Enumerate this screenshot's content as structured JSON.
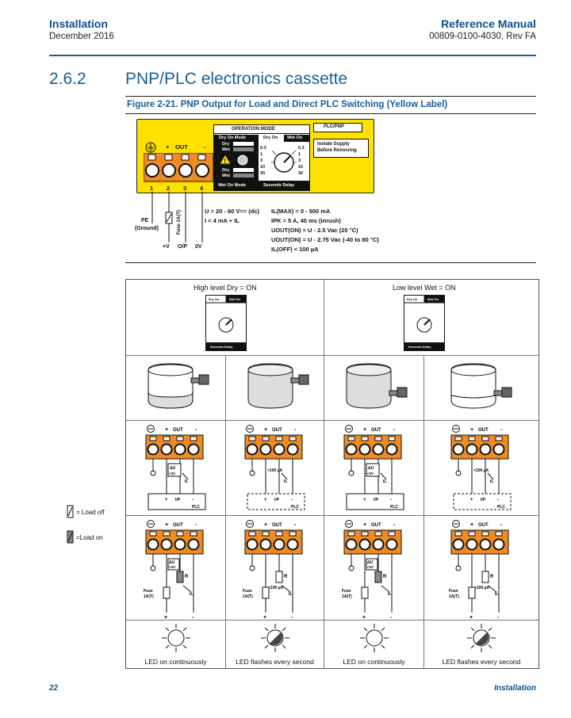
{
  "header": {
    "left_title": "Installation",
    "left_sub": "December 2016",
    "right_title": "Reference Manual",
    "right_sub": "00809-0100-4030, Rev FA"
  },
  "section": {
    "number": "2.6.2",
    "title": "PNP/PLC electronics cassette"
  },
  "figure": {
    "caption": "Figure 2-21. PNP Output for Load and Direct PLC Switching (Yellow Label)"
  },
  "panel": {
    "op_mode": "OPERATION MODE",
    "plc_pnp": "PLC/PNP",
    "isolate_1": "Isolate Supply",
    "isolate_2": "Before Removing",
    "dry_on_mode": "Dry On Mode",
    "dry_on": "Dry On",
    "wet_on": "Wet On",
    "dry": "Dry",
    "wet": "Wet",
    "wet_on_mode": "Wet On Mode",
    "seconds_delay": "Seconds Delay",
    "out_plus": "+",
    "out": "OUT",
    "out_minus": "-",
    "terminals": [
      "1",
      "2",
      "3",
      "4"
    ],
    "dial_left": [
      "0.3",
      "1",
      "3",
      "10",
      "30"
    ],
    "dial_right": [
      "0.3",
      "1",
      "3",
      "10",
      "30"
    ]
  },
  "wiring": {
    "pe": "PE",
    "ground": "(Ground)",
    "fuse": "Fuse 2A(T)",
    "v": "+V",
    "op": "O/P",
    "ov": "0V"
  },
  "specs": [
    "U = 20 - 60 V== (dc)",
    "I < 4 mA + IL",
    "IL(MAX) = 0 - 500 mA",
    "IPK = 5 A, 40 ms (inrush)",
    "UOUT(ON) = U - 2.5 Vac (20 °C)",
    "UOUT(ON) = U - 2.75 Vac (-40 to 80 °C)",
    "IL(OFF) < 100 µA"
  ],
  "table": {
    "mode_left": "High level Dry = ON",
    "mode_right": "Low level Wet = ON",
    "mini_dry_on": "Dry On",
    "mini_wet_on": "Wet On",
    "mini_seconds": "Seconds Delay",
    "plc_terms": [
      "+",
      "I/P",
      "-"
    ],
    "plc": "PLC",
    "du": "ΔU",
    "lt3v": "<3V",
    "lt100": "<100 µA",
    "il": "IL",
    "r": "R",
    "fuse_1": "Fuse",
    "fuse_2": "1A(T)",
    "led_captions": [
      "LED on continuously",
      "LED flashes every second",
      "LED on continuously",
      "LED flashes every second"
    ]
  },
  "legend": {
    "load_off": "= Load off",
    "load_on": "=Load on"
  },
  "footer": {
    "page": "22",
    "section": "Installation"
  }
}
